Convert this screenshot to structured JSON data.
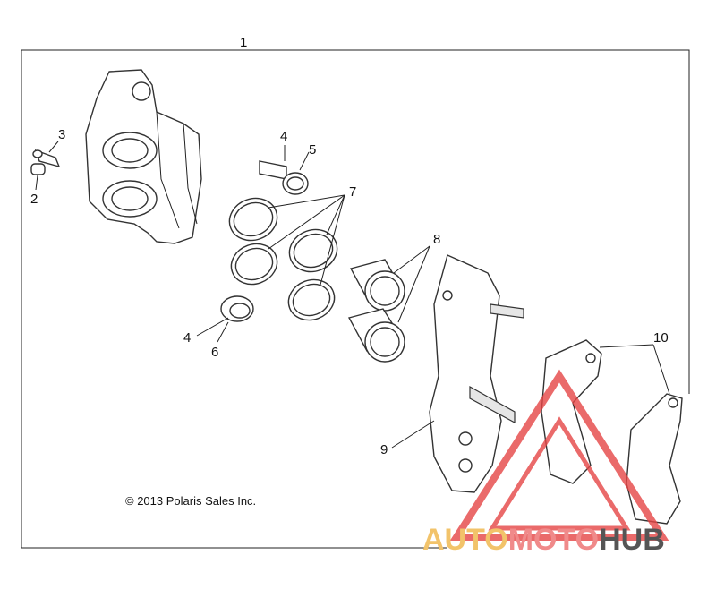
{
  "callouts": {
    "c1": "1",
    "c2": "2",
    "c3": "3",
    "c4a": "4",
    "c4b": "4",
    "c5": "5",
    "c6": "6",
    "c7": "7",
    "c8": "8",
    "c9": "9",
    "c10": "10"
  },
  "copyright": "© 2013 Polaris Sales Inc.",
  "watermark": {
    "text_part1": "AUTO",
    "text_part2": "MOTO",
    "text_part3": "HUB",
    "color_part1": "#f2c36a",
    "color_part2": "#f08a8a",
    "color_part3": "#555555",
    "logo_color": "#e64545"
  }
}
